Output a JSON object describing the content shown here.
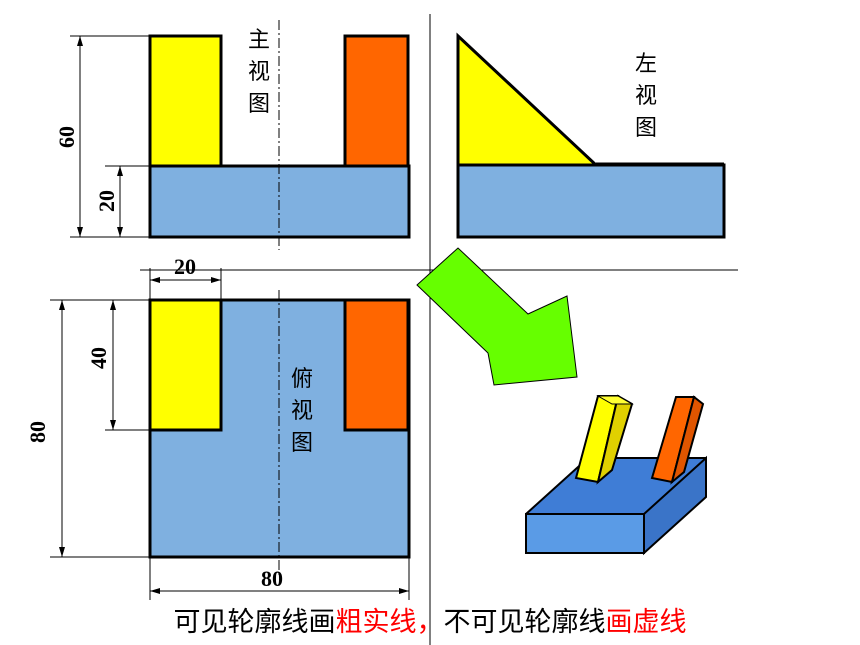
{
  "labels": {
    "front_view": [
      "主",
      "视",
      "图"
    ],
    "left_view": [
      "左",
      "视",
      "图"
    ],
    "top_view": [
      "俯",
      "视",
      "图"
    ]
  },
  "dimensions": {
    "front_total_height": "60",
    "front_base_height": "20",
    "top_post_width": "20",
    "top_post_depth": "40",
    "top_total_depth": "80",
    "top_total_width": "80"
  },
  "caption": {
    "part1": "可见轮廓线画",
    "part2": "粗实线，",
    "part3": "不可见轮廓线",
    "part4": "画虚线"
  },
  "colors": {
    "base": "#7fb0e0",
    "left_post": "#ffff00",
    "right_post": "#ff6600",
    "arrow": "#66ff00",
    "emphasis_text": "#ff0000"
  }
}
